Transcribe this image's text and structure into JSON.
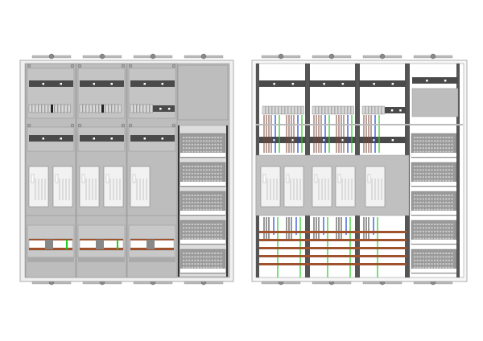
{
  "drawing": {
    "cabinets": [
      {
        "id": "front-view",
        "fields": 4
      },
      {
        "id": "open-view",
        "fields": 4
      }
    ],
    "colors": {
      "frame": "#c8c8c8",
      "panel": "#bdbdbd",
      "din_rail": "#4a4a4a",
      "meter": "#f2f2f2",
      "busbar": "#a0522d",
      "wire_brown": "#7a4a3a",
      "wire_blue": "#1f3fd8",
      "wire_green": "#22cc22",
      "grille": "#9a9a9a"
    }
  }
}
